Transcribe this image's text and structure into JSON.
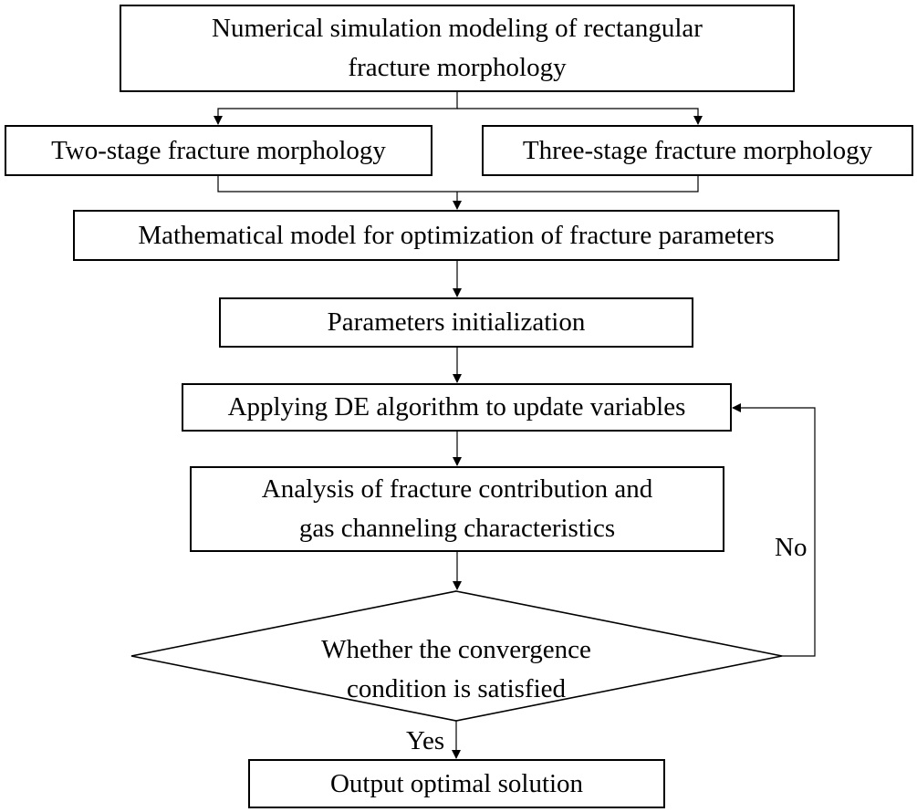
{
  "flowchart": {
    "modeling": [
      "Numerical simulation modeling of rectangular",
      "fracture morphology"
    ],
    "two_stage": "Two-stage  fracture  morphology",
    "three_stage": "Three-stage  fracture  morphology",
    "math_model": "Mathematical  model  for  optimization  of  fracture  parameters",
    "init": "Parameters  initialization",
    "de_update": "Applying  DE  algorithm  to  update  variables",
    "analysis": [
      "Analysis  of  fracture  contribution  and",
      "gas  channeling  characteristics"
    ],
    "decision": [
      "Whether  the  convergence",
      "condition  is  satisfied"
    ],
    "output": "Output  optimal  solution",
    "label_no": "No",
    "label_yes": "Yes"
  }
}
